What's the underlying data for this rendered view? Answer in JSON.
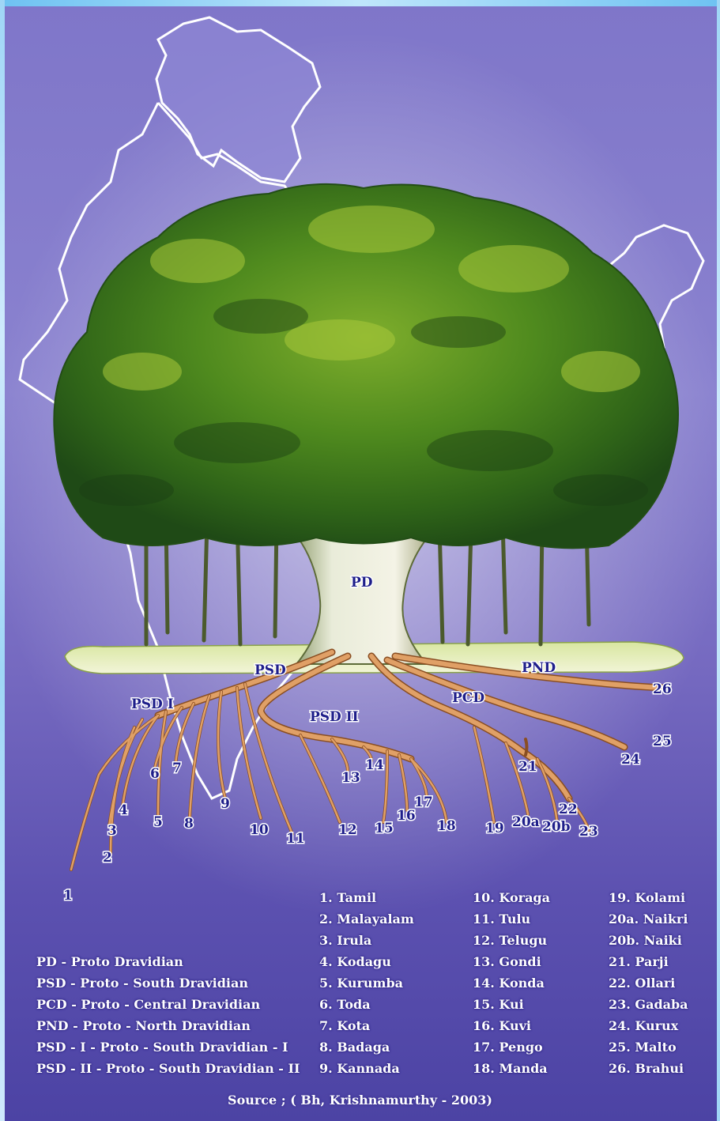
{
  "tree": {
    "root_label": "PD",
    "branch_labels": [
      "PSD",
      "PND",
      "PSD I",
      "PCD",
      "PSD II"
    ],
    "tip_numbers": [
      "1",
      "2",
      "3",
      "4",
      "5",
      "6",
      "7",
      "8",
      "9",
      "10",
      "11",
      "12",
      "13",
      "14",
      "15",
      "16",
      "17",
      "18",
      "19",
      "20a",
      "20b",
      "21",
      "22",
      "23",
      "24",
      "25",
      "26"
    ]
  },
  "abbreviations": [
    "PD - Proto Dravidian",
    "PSD - Proto - South Dravidian",
    "PCD - Proto - Central Dravidian",
    "PND - Proto - North Dravidian",
    "PSD - I - Proto - South Dravidian - I",
    "PSD - II - Proto - South Dravidian - II"
  ],
  "languages": {
    "col1": [
      "1. Tamil",
      "2. Malayalam",
      "3. Irula",
      "4. Kodagu",
      "5. Kurumba",
      "6. Toda",
      "7. Kota",
      "8. Badaga",
      "9. Kannada"
    ],
    "col2": [
      "10. Koraga",
      "11. Tulu",
      "12. Telugu",
      "13. Gondi",
      "14. Konda",
      "15. Kui",
      "16. Kuvi",
      "17. Pengo",
      "18. Manda"
    ],
    "col3": [
      "19. Kolami",
      "20a. Naikri",
      "20b. Naiki",
      "21. Parji",
      "22. Ollari",
      "23. Gadaba",
      "24. Kurux",
      "25. Malto",
      "26. Brahui"
    ]
  },
  "source": "Source ; ( Bh, Krishnamurthy - 2003)",
  "colors": {
    "background_top": "#8a82cf",
    "background_bottom": "#4c43a4",
    "foliage": "#4f8a1e",
    "root": "#d79155",
    "label": "#1e1e8a"
  }
}
